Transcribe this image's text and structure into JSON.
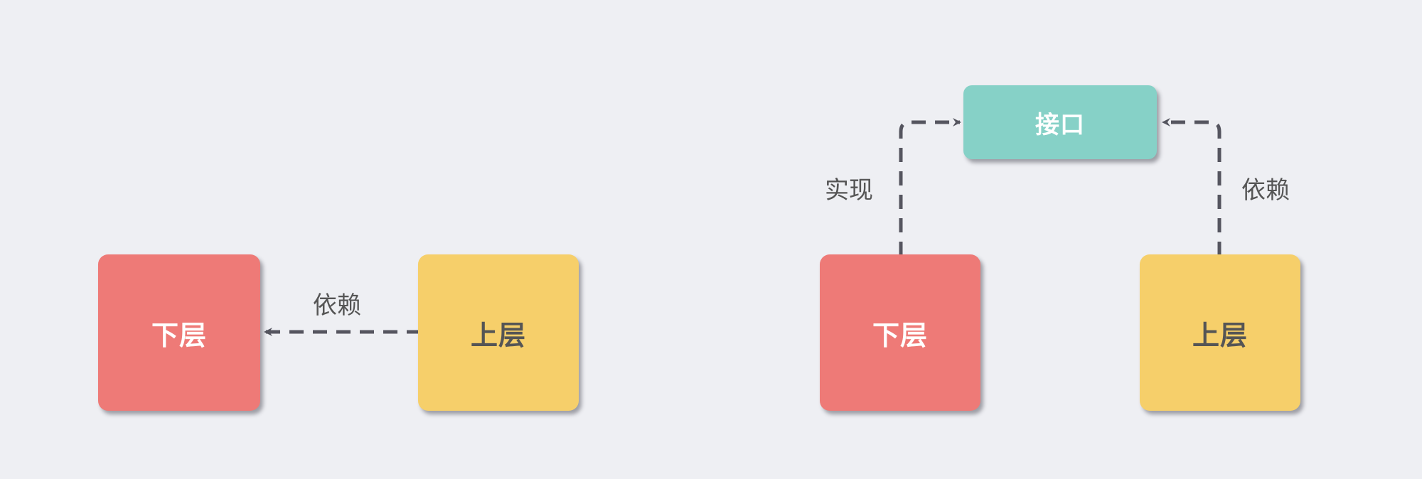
{
  "left": {
    "lower": "下层",
    "upper": "上层",
    "edge_label": "依赖"
  },
  "right": {
    "interface": "接口",
    "lower": "下层",
    "upper": "上层",
    "implement_label": "实现",
    "depend_label": "依赖"
  },
  "colors": {
    "background": "#eeeff3",
    "lower": "#ee7a77",
    "upper": "#f6cf6a",
    "interface": "#86d1c7",
    "arrow": "#55555f"
  }
}
